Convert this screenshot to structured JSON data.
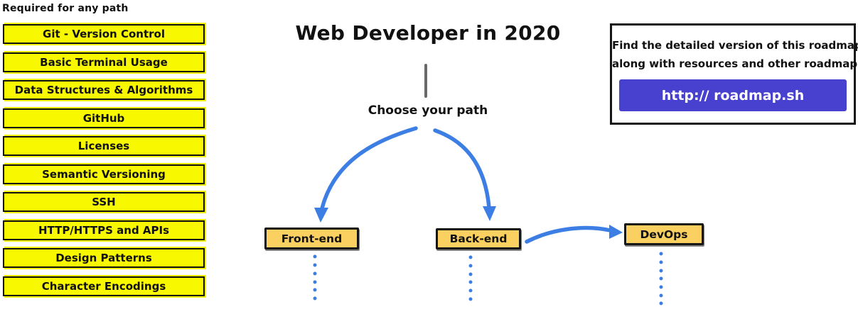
{
  "left_panel": {
    "header": "Required for any path",
    "items": [
      "Git - Version Control",
      "Basic Terminal Usage",
      "Data Structures & Algorithms",
      "GitHub",
      "Licenses",
      "Semantic Versioning",
      "SSH",
      "HTTP/HTTPS and APIs",
      "Design Patterns",
      "Character Encodings"
    ]
  },
  "center": {
    "title": "Web Developer in 2020",
    "choose_label": "Choose your path",
    "paths": [
      {
        "label": "Front-end"
      },
      {
        "label": "Back-end"
      },
      {
        "label": "DevOps"
      }
    ]
  },
  "info_box": {
    "line1": "Find the detailed version of this roadmap",
    "line2": "along with resources and other roadmaps",
    "button_label": "http:// roadmap.sh"
  },
  "colors": {
    "highlight_yellow": "#F8F800",
    "node_orange": "#FAD161",
    "arrow_blue": "#3D7EE4",
    "button_purple": "#4841D0",
    "connector_gray": "#6A6A6A",
    "border_black": "#161616"
  }
}
